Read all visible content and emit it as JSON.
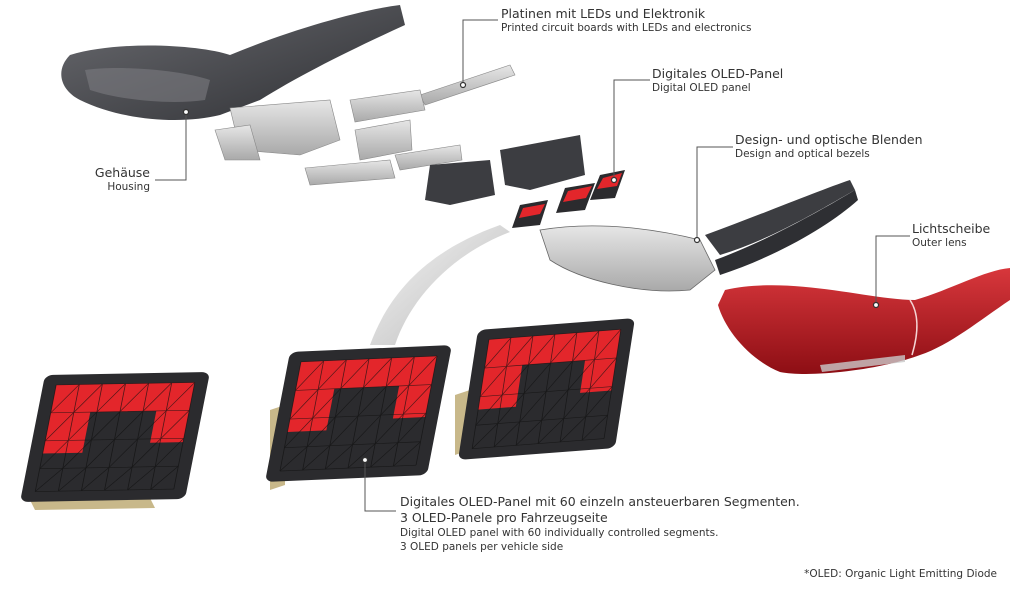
{
  "labels": {
    "pcb": {
      "de": "Platinen mit LEDs und Elektronik",
      "en": "Printed circuit boards with LEDs and electronics"
    },
    "oled": {
      "de": "Digitales OLED-Panel",
      "en": "Digital OLED panel"
    },
    "bezels": {
      "de": "Design- und optische Blenden",
      "en": "Design and optical bezels"
    },
    "lens": {
      "de": "Lichtscheibe",
      "en": "Outer lens"
    },
    "housing": {
      "de": "Gehäuse",
      "en": "Housing"
    },
    "panel_detail": {
      "de_line1": "Digitales OLED-Panel mit 60 einzeln ansteuerbaren Segmenten.",
      "de_line2": "3 OLED-Panele pro Fahrzeugseite",
      "en_line1": "Digital OLED panel with 60 individually controlled segments.",
      "en_line2": "3 OLED panels per vehicle side"
    }
  },
  "footnote": "*OLED: Organic Light Emitting Diode",
  "colors": {
    "segment_red": "#e3262b",
    "panel_dark": "#2b2b2e",
    "lens_red": "#b3151c",
    "housing": "#45464a",
    "leader": "#555555"
  }
}
